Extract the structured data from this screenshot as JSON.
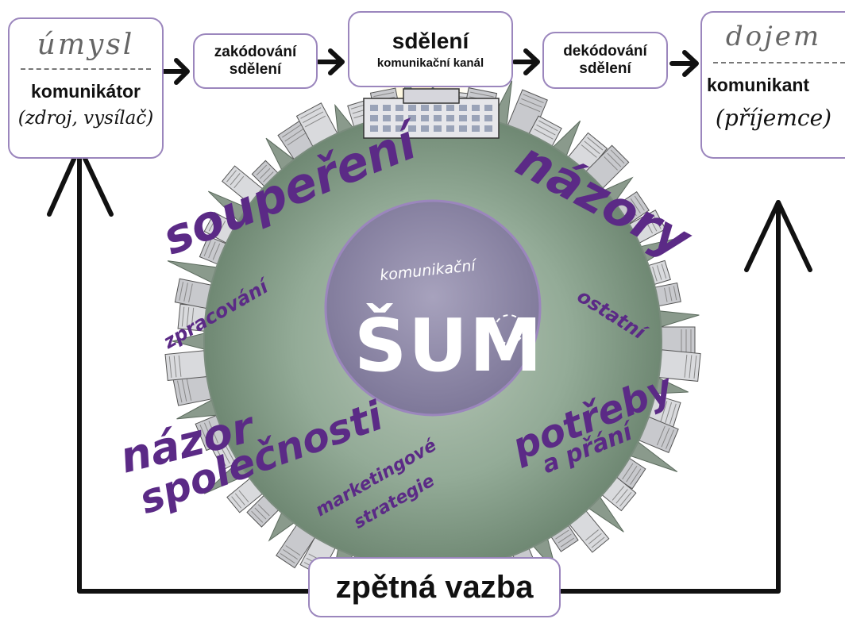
{
  "sender": {
    "intent": "úmysl",
    "role": "komunikátor",
    "detail": "(zdroj, vysílač)"
  },
  "receiver": {
    "impression": "dojem",
    "role": "komunikant",
    "detail": "(příjemce)"
  },
  "flow": {
    "encoding": "zakódování sdělení",
    "message_title": "sdělení",
    "message_sub": "komunikační kanál",
    "decoding": "dekódování sdělení"
  },
  "noise": {
    "label_small": "komunikační",
    "label_big": "ŠUM"
  },
  "factors": {
    "rivalry": "soupeření",
    "opinions": "názory",
    "processing": "zpracování",
    "other": "ostatní",
    "needs_line1": "potřeby",
    "needs_line2": "a přání",
    "society_line1": "názor",
    "society_line2": "společnosti",
    "marketing_line1": "marketingové",
    "marketing_line2": "strategie"
  },
  "feedback": {
    "label": "zpětná vazba"
  },
  "colors": {
    "accent": "#5b2a86",
    "border": "#9b86bd",
    "globe": "#8fa893",
    "center": "#8c86a6"
  }
}
